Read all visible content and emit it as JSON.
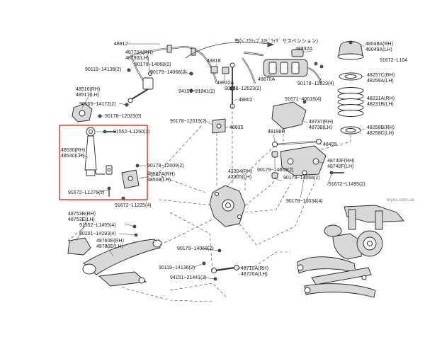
{
  "labels": {
    "l48812": "48812",
    "l48770": "48770A(RH)",
    "l48790": "48790(LH)",
    "l90179_14068_a": "90179−14068(2)",
    "l90119_14136_a": "90119−14136(2)",
    "l90179_14068_b": "90179−14068(2)",
    "l94151_21241_a": "94151−21241(2)",
    "l90105_14172": "90105−14172(2)",
    "l48516": "48516(RH)",
    "l48517": "48517(LH)",
    "l90178_12023_6": "90178−12023(6)",
    "l48818": "48818",
    "l48832A_a": "48832A",
    "l90178_12023_2": "90178−12023(2)",
    "l48802": "48802",
    "l90178_12019": "90178−12019(2)",
    "l48835": "48835",
    "jp_caption": "有(ﾍﾞｱｸﾃｨﾌﾞｽﾀﾋﾞﾗｲｻﾞ サスペンション)",
    "l48832A_b": "48832A",
    "l48870A": "48870A",
    "l90178_12023_4": "90178−12023(4)",
    "l48048A": "48048A(RH)",
    "l48049A": "48049A(LH)",
    "l91672_L104": "91672−L104",
    "l48257C": "48257C(RH)",
    "l48259A": "48259A(LH)",
    "l48231A": "48231A(RH)",
    "l48231B": "48231B(LH)",
    "l91671_40616": "91671−40616(4)",
    "l48737": "48737(RH)",
    "l48738": "48738(LH)",
    "l48258B": "48258B(RH)",
    "l48258C": "48258C(LH)",
    "l48198R": "48198R",
    "l48409": "48409",
    "l91552_L1260": "91552−L1260(2)",
    "l48530": "48530(RH)",
    "l48540": "48540(LH)",
    "l90178_12009": "90178−12009(2)",
    "l48507A": "48507A(RH)",
    "l48508": "48508(LH)",
    "l91672_L1275": "91672−L1275(2)",
    "l91672_L1225": "91672−L1225(4)",
    "l42304": "42304(RH)",
    "l42305": "42305(LH)",
    "l48730F": "48730F(RH)",
    "l48740F": "48740F(LH)",
    "l90179_14069": "90179−14069(2)",
    "l90179_14068_c": "90179−14068(2)",
    "l91672_L1495": "91672−L1495(2)",
    "l90178_10034": "90178−10034(4)",
    "watermark": "toyoc.com.ua",
    "l48753B": "48753B(RH)",
    "l48753E": "48753E(LH)",
    "l91552_L1455": "91552−L1455(4)",
    "l90201_14293": "90201−14293(4)",
    "l48760E": "48760E(RH)",
    "l48780E": "48780E(LH)",
    "l90179_14068_d": "90179−14068(2)",
    "l90119_14136_b": "90119−14136(2)",
    "l94151_21441": "94151−21441(2)",
    "l48710A": "48710A(RH)",
    "l48720A": "48720A(LH)"
  },
  "colors": {
    "highlight": "#d9342b",
    "line": "#333333",
    "text": "#1a1a1a"
  }
}
